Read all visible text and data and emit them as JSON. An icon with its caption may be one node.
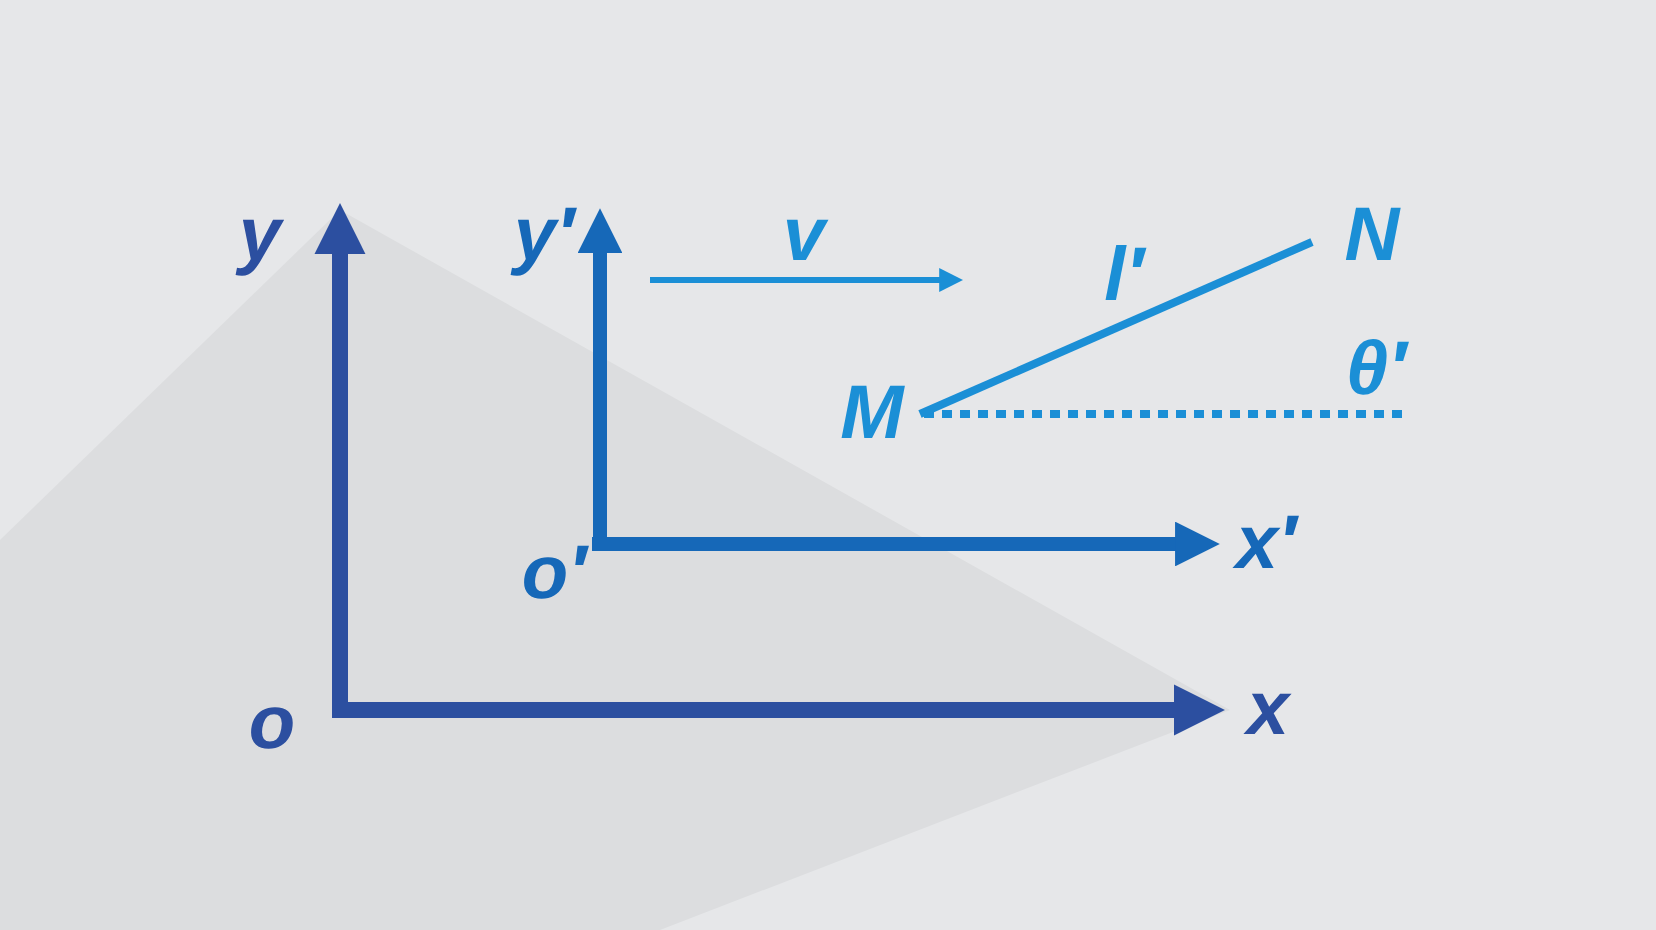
{
  "diagram": {
    "nodes": [
      {
        "text": [
          "M"
        ]
      },
      {
        "text": [
          "N"
        ]
      }
    ],
    "edges": [
      {
        "from": 0,
        "to": 1,
        "arrow": "none",
        "label": "l′"
      }
    ],
    "labels": [
      "y",
      "y′",
      "v",
      "o′",
      "x′",
      "θ′",
      "o",
      "x"
    ]
  }
}
